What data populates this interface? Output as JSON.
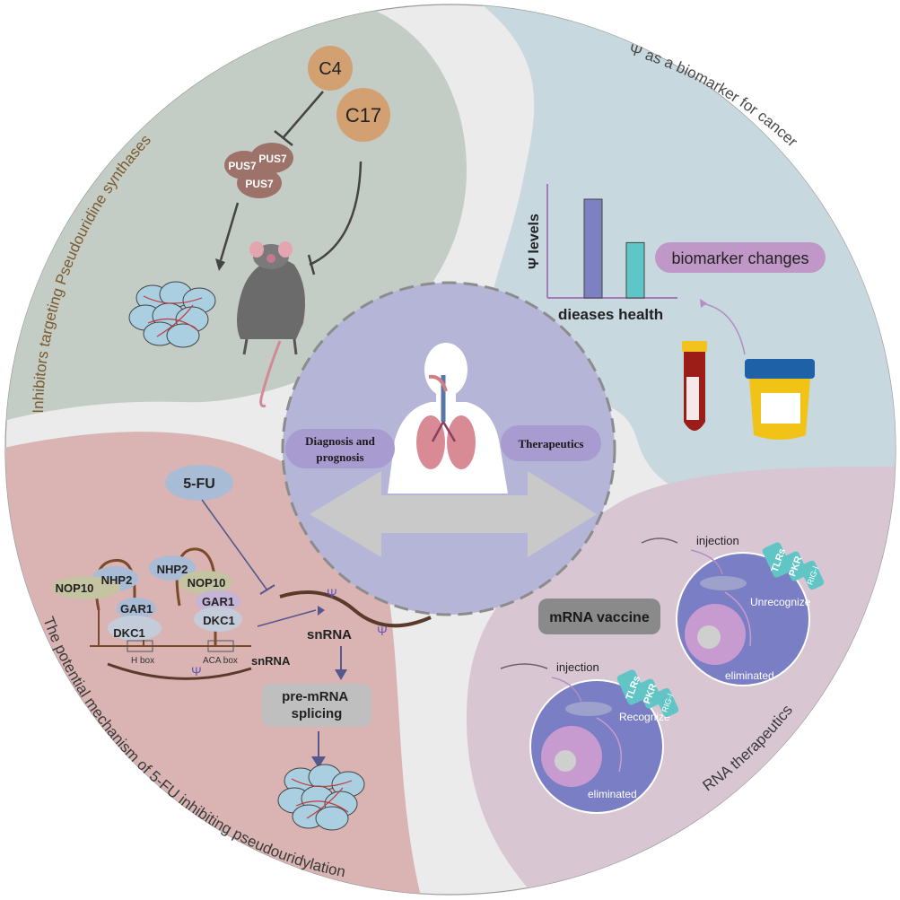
{
  "colors": {
    "inhibitor_panel": "#c4cdc5",
    "biomarker_panel": "#c7d8df",
    "mechanism_panel": "#d9b4b3",
    "rna_panel": "#d8c6d2",
    "center_circle": "#b5b5d8",
    "cell_blue": "#7a7ec4",
    "pus_brown": "#9d7269",
    "compound_tan": "#d2a071",
    "tlr_teal": "#61c5c6",
    "arrow_gray": "#c9c9c9"
  },
  "center": {
    "diagnosis": "Diagnosis and prognosis",
    "therapeutics": "Therapeutics"
  },
  "inhibitors": {
    "title": "Inhibitors targeting Pseudouridine synthases",
    "c4": "C4",
    "c17": "C17",
    "pus_1": "PUS7",
    "pus_2": "PUS7",
    "pus_3": "PUS7"
  },
  "biomarker": {
    "title": "Ψ as a biomarker for cancer",
    "ylabel": "Ψ levels",
    "xlabel": "dieases health",
    "label": "biomarker changes"
  },
  "chart_data": {
    "type": "bar",
    "categories": [
      "dieases",
      "health"
    ],
    "values": [
      100,
      56
    ],
    "xlabel": "dieases health",
    "ylabel": "Ψ levels"
  },
  "mechanism": {
    "title": "The potential mechanism of 5-FU inhibiting pseudouridylation",
    "drug": "5-FU",
    "nhp2_a": "NHP2",
    "nop10_a": "NOP10",
    "gar1_a": "GAR1",
    "dkc1_a": "DKC1",
    "nhp2_b": "NHP2",
    "nop10_b": "NOP10",
    "gar1_b": "GAR1",
    "dkc1_b": "DKC1",
    "hbox": "H box",
    "acabox": "ACA box",
    "snrna_1": "snRNA",
    "snrna_2": "snRNA",
    "splicing": "pre-mRNA splicing",
    "psi": "Ψ"
  },
  "rna": {
    "title": "RNA therapeutics",
    "vaccine": "mRNA vaccine",
    "injection_1": "injection",
    "injection_2": "injection",
    "tlrs": "TLRs",
    "pkr": "PKR",
    "rigi": "RIG-Ⅰ",
    "unrecognize": "Unrecognize",
    "recognize": "Recognize",
    "eliminated_1": "eliminated",
    "eliminated_2": "eliminated"
  }
}
